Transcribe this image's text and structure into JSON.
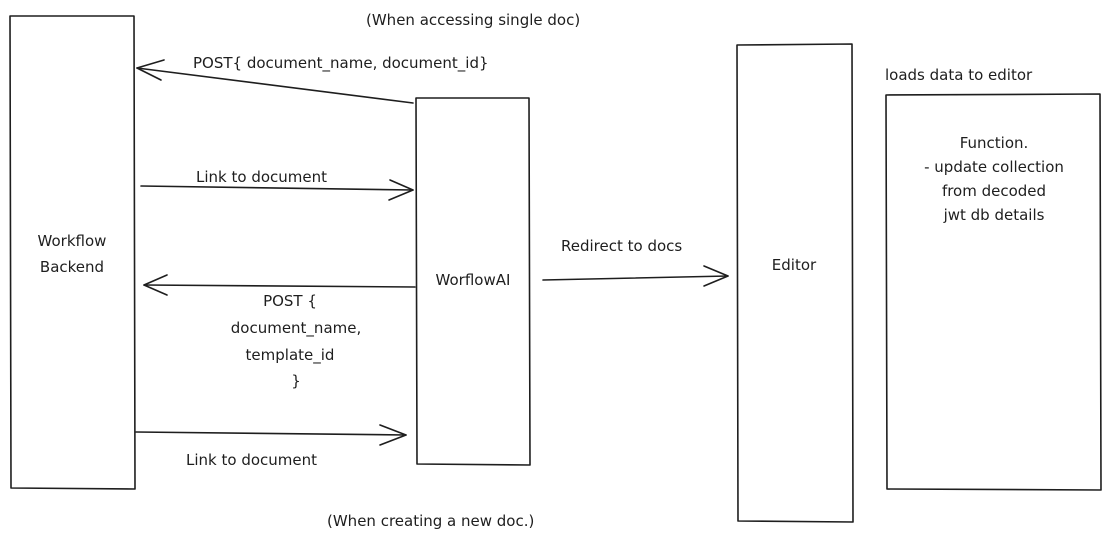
{
  "header_note": "(When accessing single doc)",
  "footer_note": "(When creating a new doc.)",
  "nodes": {
    "backend": {
      "line1": "Workflow",
      "line2": "Backend"
    },
    "workflowai": {
      "label": "WorflowAI"
    },
    "editor": {
      "label": "Editor"
    },
    "function_box": {
      "title": "loads data to editor",
      "lines": [
        "Function.",
        "- update collection",
        "from decoded",
        "jwt db details"
      ]
    }
  },
  "edges": {
    "post_single": "POST{ document_name, document_id}",
    "link_single": "Link to document",
    "post_create": [
      "POST {",
      "document_name,",
      "template_id",
      "}"
    ],
    "link_create": "Link to document",
    "redirect": "Redirect to docs"
  }
}
